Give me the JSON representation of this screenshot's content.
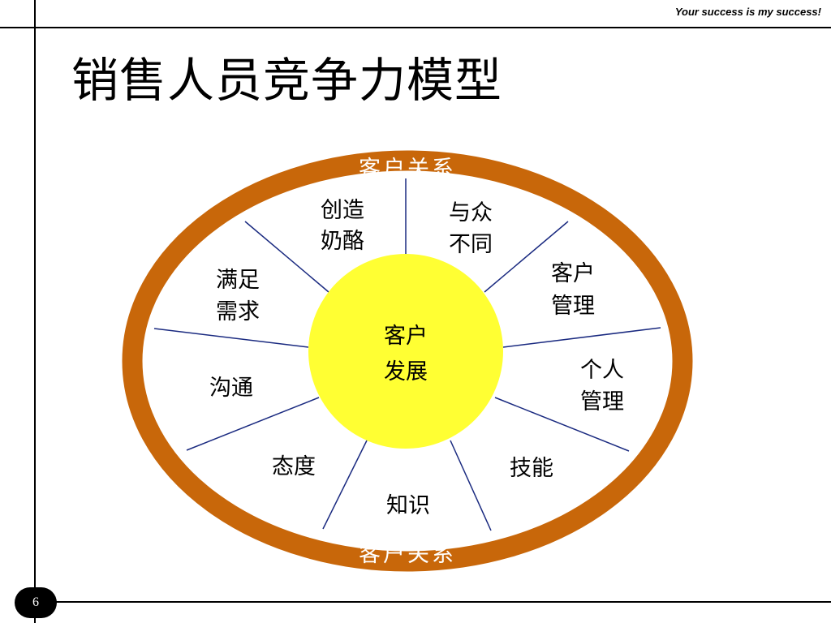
{
  "header": {
    "tagline": "Your success is my success!"
  },
  "page": {
    "title": "销售人员竞争力模型",
    "number": "6"
  },
  "diagram": {
    "ring_top_label": "客户关系",
    "ring_bottom_label": "客户关系",
    "center": {
      "line1": "客户",
      "line2": "发展"
    },
    "segments": [
      {
        "line1": "创造",
        "line2": "奶酪"
      },
      {
        "line1": "与众",
        "line2": "不同"
      },
      {
        "line1": "客户",
        "line2": "管理"
      },
      {
        "line1": "个人",
        "line2": "管理"
      },
      {
        "line1": "技能",
        "line2": ""
      },
      {
        "line1": "知识",
        "line2": ""
      },
      {
        "line1": "态度",
        "line2": ""
      },
      {
        "line1": "沟通",
        "line2": ""
      },
      {
        "line1": "满足",
        "line2": "需求"
      }
    ],
    "colors": {
      "ring": "#C8670A",
      "center": "#FFFF33",
      "spokes": "#1A2A80"
    }
  }
}
